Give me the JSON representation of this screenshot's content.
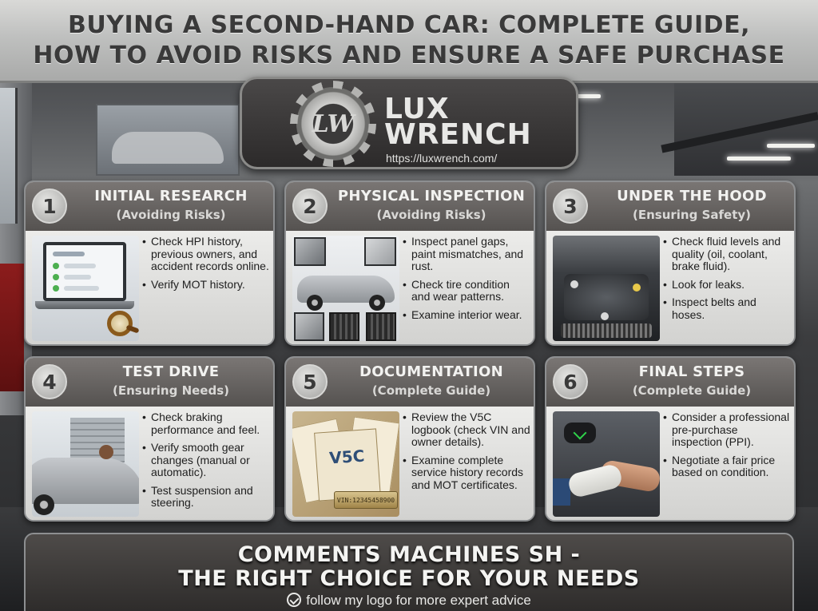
{
  "header": {
    "title_line1": "BUYING A SECOND-HAND CAR: COMPLETE GUIDE,",
    "title_line2": "HOW TO AVOID RISKS AND ENSURE A SAFE PURCHASE"
  },
  "logo": {
    "monogram": "LW",
    "name_line1": "LUX",
    "name_line2": "WRENCH",
    "url": "https://luxwrench.com/"
  },
  "cards": [
    {
      "number": "1",
      "title": "INITIAL RESEARCH",
      "subtitle": "(Avoiding Risks)",
      "image_icon": "laptop-magnifier-icon",
      "bullets": [
        "Check HPI history, previous owners, and accident records online.",
        "Verify MOT history."
      ]
    },
    {
      "number": "2",
      "title": "PHYSICAL INSPECTION",
      "subtitle": "(Avoiding Risks)",
      "image_icon": "car-inspection-icon",
      "bullets": [
        "Inspect panel gaps, paint mismatches, and rust.",
        "Check tire condition and wear patterns.",
        "Examine interior wear."
      ]
    },
    {
      "number": "3",
      "title": "UNDER THE HOOD",
      "subtitle": "(Ensuring Safety)",
      "image_icon": "engine-bay-icon",
      "bullets": [
        "Check fluid levels and quality (oil, coolant, brake fluid).",
        "Look for leaks.",
        "Inspect belts and hoses."
      ]
    },
    {
      "number": "4",
      "title": "TEST DRIVE",
      "subtitle": "(Ensuring Needs)",
      "image_icon": "driver-car-icon",
      "bullets": [
        "Check braking performance and feel.",
        "Verify smooth gear changes (manual or automatic).",
        "Test suspension and steering."
      ]
    },
    {
      "number": "5",
      "title": "DOCUMENTATION",
      "subtitle": "(Complete Guide)",
      "image_icon": "v5c-documents-icon",
      "doc_label": "V5C",
      "vin_label": "VIN:12345458900",
      "bullets": [
        "Review the V5C logbook (check VIN and owner details).",
        "Examine complete service history records and MOT certificates."
      ]
    },
    {
      "number": "6",
      "title": "FINAL STEPS",
      "subtitle": "(Complete Guide)",
      "image_icon": "handshake-key-icon",
      "bullets": [
        "Consider a professional pre-purchase inspection (PPI).",
        "Negotiate a fair price based on condition."
      ]
    }
  ],
  "footer": {
    "line1": "COMMENTS MACHINES SH -",
    "line2": "THE RIGHT CHOICE FOR YOUR NEEDS",
    "cta": "follow my logo for more expert advice"
  }
}
